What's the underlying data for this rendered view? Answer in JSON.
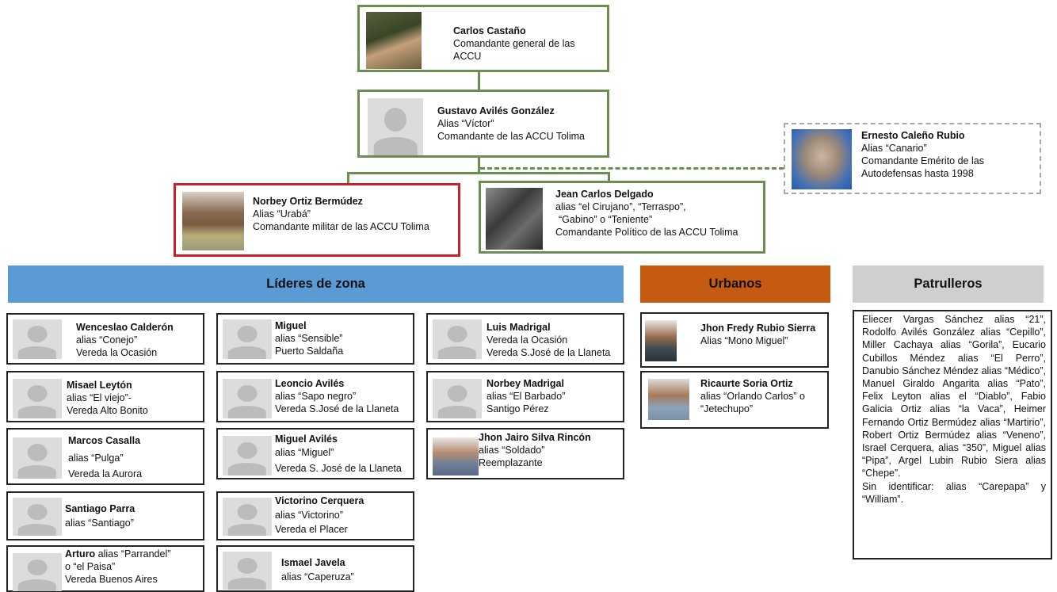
{
  "top": [
    {
      "name": "Carlos Castaño",
      "lines": [
        "Comandante general  de las",
        "ACCU"
      ]
    },
    {
      "name": "Gustavo Avilés González",
      "lines": [
        "Alias “Víctor”",
        "Comandante de las ACCU Tolima"
      ]
    },
    {
      "name": "Ernesto Caleño Rubio",
      "lines": [
        "Alias “Canario”",
        "Comandante Emérito de las",
        "Autodefensas hasta 1998"
      ]
    },
    {
      "name": "Norbey Ortiz Bermúdez",
      "lines": [
        "Alias “Urabá”",
        "Comandante militar de las ACCU Tolima"
      ]
    },
    {
      "name": "Jean Carlos Delgado",
      "lines": [
        "alias “el Cirujano”, “Terraspo”,",
        "“Gabino” o “Teniente”",
        "Comandante Político de las ACCU Tolima"
      ]
    }
  ],
  "bands": {
    "lideres": "Líderes de zona",
    "urbanos": "Urbanos",
    "patrulleros": "Patrulleros"
  },
  "colors": {
    "lideres": "#5b9bd5",
    "urbanos": "#c55a11",
    "patrulleros": "#cfcfcf",
    "green_border": "#6a8f50",
    "red_border": "#cc1f2a"
  },
  "col1": [
    {
      "name": "Wenceslao Calderón",
      "lines": [
        "alias “Conejo”",
        "Vereda la Ocasión"
      ]
    },
    {
      "name": "Misael Leytón",
      "lines": [
        "alias “El viejo”-",
        "Vereda Alto Bonito"
      ]
    },
    {
      "name": "Marcos Casalla",
      "lines": [
        "alias “Pulga”",
        "Vereda la Aurora"
      ]
    },
    {
      "name": "Santiago Parra",
      "lines": [
        "alias “Santiago”"
      ]
    },
    {
      "name": "Arturo",
      "name_rest": " alias “Parrandel”",
      "lines": [
        "o “el Paisa”",
        "Vereda Buenos Aires"
      ]
    }
  ],
  "col2": [
    {
      "name": "Miguel",
      "lines": [
        "alias “Sensible”",
        "Puerto Saldaña"
      ]
    },
    {
      "name": "Leoncio Avilés",
      "lines": [
        "alias “Sapo negro”",
        "Vereda S.José de la Llaneta"
      ]
    },
    {
      "name": "Miguel Avilés",
      "lines": [
        "alias “Miguel”",
        "Vereda S. José de la Llaneta"
      ]
    },
    {
      "name": "Victorino Cerquera",
      "lines": [
        "alias “Victorino”",
        "Vereda el Placer"
      ]
    },
    {
      "name": "Ismael Javela",
      "lines": [
        "alias “Caperuza”"
      ]
    }
  ],
  "col3": [
    {
      "name": "Luis Madrigal",
      "lines": [
        "Vereda la Ocasión",
        "Vereda S.José de la Llaneta"
      ]
    },
    {
      "name": "Norbey Madrigal",
      "lines": [
        "alias “El Barbado”",
        "Santigo Pérez"
      ]
    },
    {
      "name": "Jhon Jairo Silva Rincón",
      "lines": [
        "alias “Soldado”",
        "Reemplazante"
      ]
    }
  ],
  "urbanos": [
    {
      "name": "Jhon Fredy Rubio Sierra",
      "lines": [
        "Alias “Mono Miguel”"
      ]
    },
    {
      "name": "Ricaurte Soria Ortiz",
      "lines": [
        "alias “Orlando Carlos” o",
        "“Jetechupo”"
      ]
    }
  ],
  "patrulleros_text": "Eliecer Vargas Sánchez alias “21”, Rodolfo Avilés González alias “Cepillo”, Miller Cachaya alias “Gorila”, Eucario Cubillos Méndez alias “El Perro”, Danubio Sánchez Méndez alias “Médico”, Manuel Giraldo Angarita alias “Pato”, Felix Leyton alias el “Diablo”, Fabio Galicia Ortiz alias “la Vaca”, Heimer Fernando Ortiz Bermúdez alias “Martirio”, Robert Ortiz Bermúdez alias “Veneno”, Israel Cerquera, alias “350”, Miguel alias “Pipa”, Argel Lubin Rubio Siera alias “Chepe”.",
  "patrulleros_text2": "Sin identificar: alias “Carepapa” y “William”."
}
